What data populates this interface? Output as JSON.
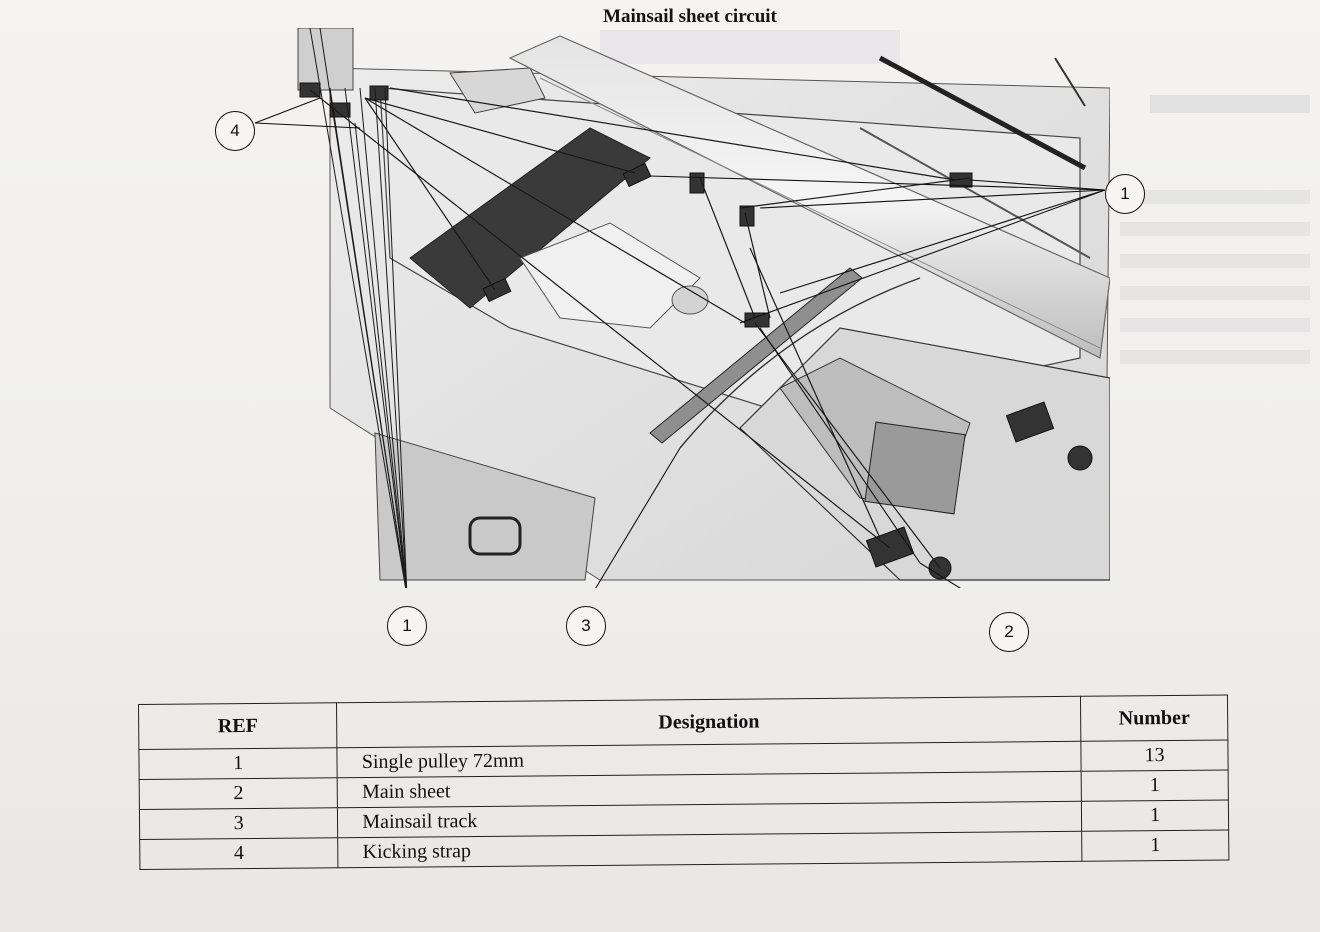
{
  "document": {
    "title": "Mainsail sheet circuit"
  },
  "figure": {
    "callouts": [
      {
        "label": "4"
      },
      {
        "label": "1"
      },
      {
        "label": "1"
      },
      {
        "label": "3"
      },
      {
        "label": "2"
      }
    ]
  },
  "table": {
    "headers": {
      "ref": "REF",
      "designation": "Designation",
      "number": "Number"
    },
    "rows": [
      {
        "ref": "1",
        "designation": "Single pulley 72mm",
        "number": "13"
      },
      {
        "ref": "2",
        "designation": "Main sheet",
        "number": "1"
      },
      {
        "ref": "3",
        "designation": "Mainsail track",
        "number": "1"
      },
      {
        "ref": "4",
        "designation": "Kicking strap",
        "number": "1"
      }
    ]
  }
}
